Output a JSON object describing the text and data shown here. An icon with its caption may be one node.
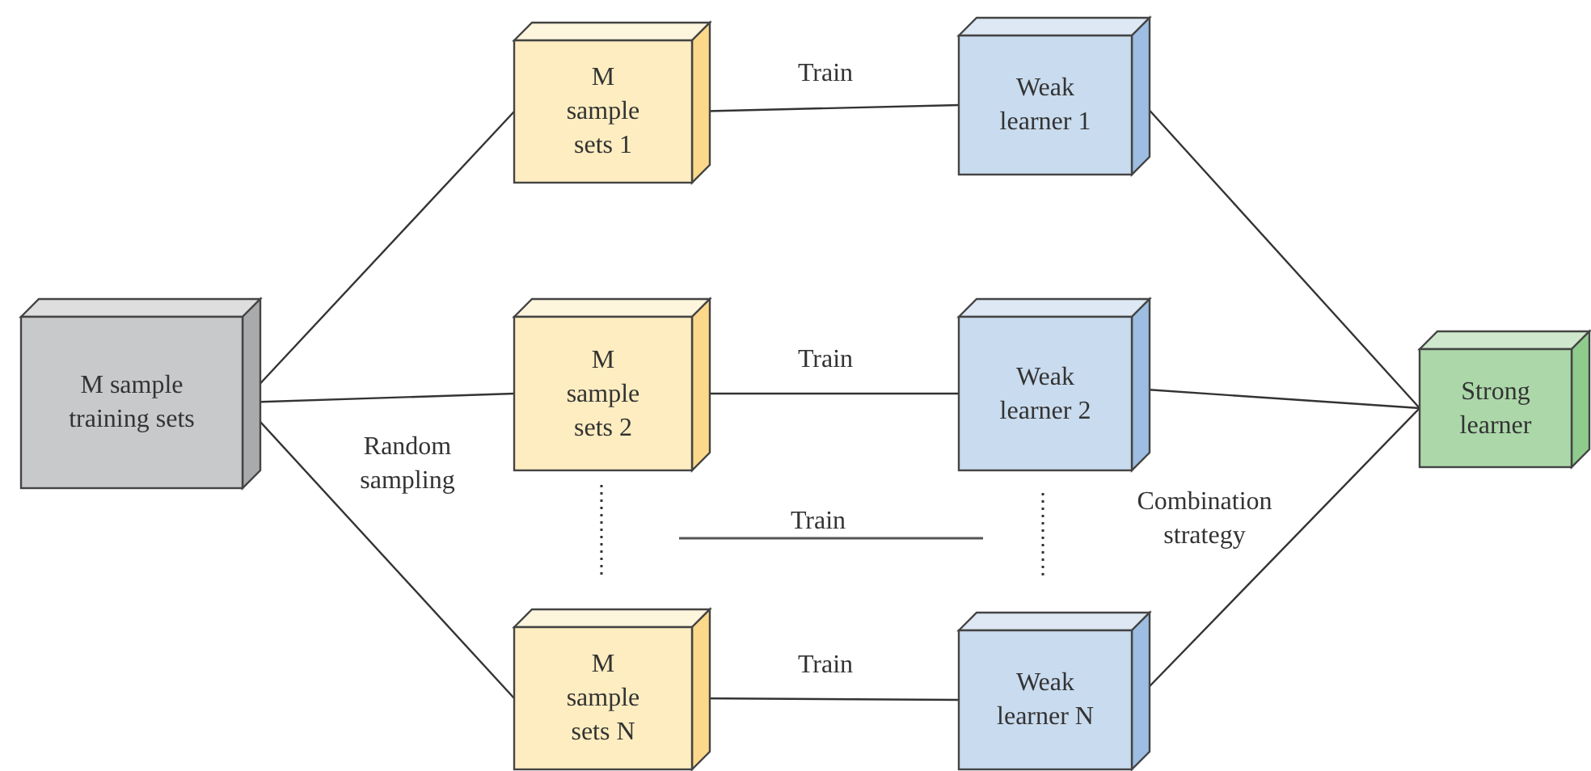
{
  "diagram": {
    "nodes": [
      {
        "text": [
          "M sample training sets"
        ]
      },
      {
        "text": [
          "M sample sets 1"
        ]
      },
      {
        "text": [
          "M sample sets 2"
        ]
      },
      {
        "text": [
          "M sample sets N"
        ]
      },
      {
        "text": [
          "Weak learner 1"
        ]
      },
      {
        "text": [
          "Weak learner 2"
        ]
      },
      {
        "text": [
          "Weak learner N"
        ]
      },
      {
        "text": [
          "Strong learner"
        ]
      }
    ],
    "edges": [
      {
        "from": 0,
        "to": 1,
        "arrow": "none"
      },
      {
        "from": 0,
        "to": 2,
        "arrow": "none"
      },
      {
        "from": 0,
        "to": 3,
        "arrow": "none"
      },
      {
        "from": 1,
        "to": 4,
        "arrow": "none",
        "label": "Train"
      },
      {
        "from": 2,
        "to": 5,
        "arrow": "none",
        "label": "Train"
      },
      {
        "from": 3,
        "to": 6,
        "arrow": "none",
        "label": "Train"
      },
      {
        "from": 4,
        "to": 7,
        "arrow": "none"
      },
      {
        "from": 5,
        "to": 7,
        "arrow": "none"
      },
      {
        "from": 6,
        "to": 7,
        "arrow": "none"
      }
    ],
    "labels": [
      "Random sampling",
      "Train",
      "Combination strategy"
    ]
  }
}
